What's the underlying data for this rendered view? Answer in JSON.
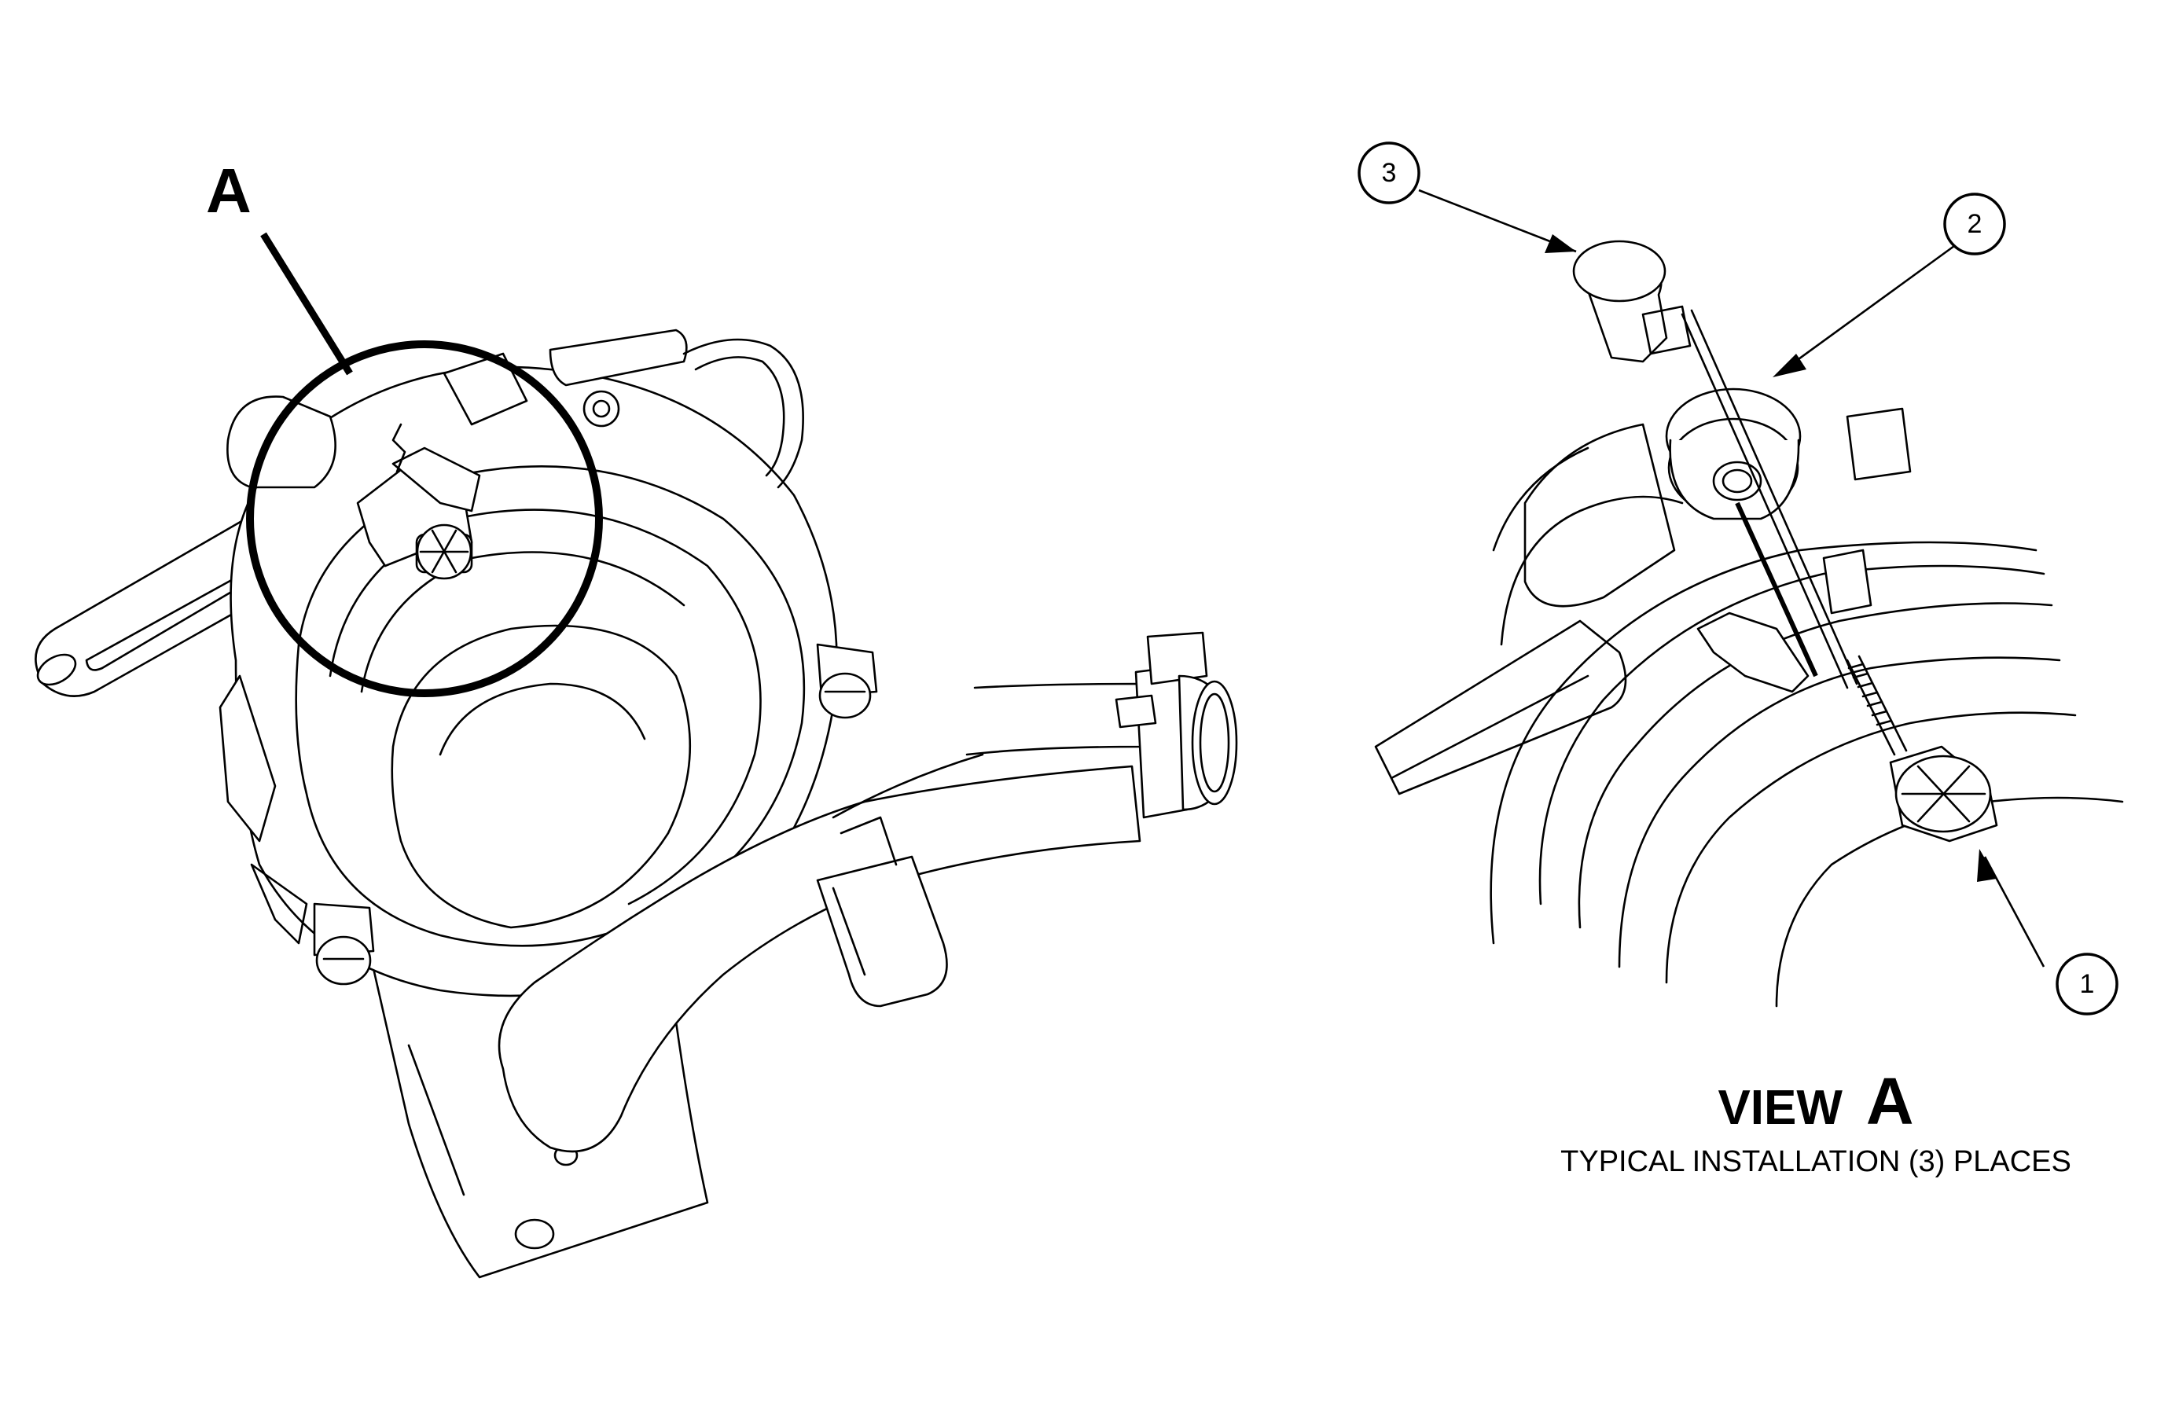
{
  "detail_label": "A",
  "callouts": [
    {
      "id": "1",
      "text": "1"
    },
    {
      "id": "2",
      "text": "2"
    },
    {
      "id": "3",
      "text": "3"
    }
  ],
  "view": {
    "word": "VIEW",
    "letter": "A",
    "subtitle": "TYPICAL INSTALLATION (3) PLACES"
  }
}
